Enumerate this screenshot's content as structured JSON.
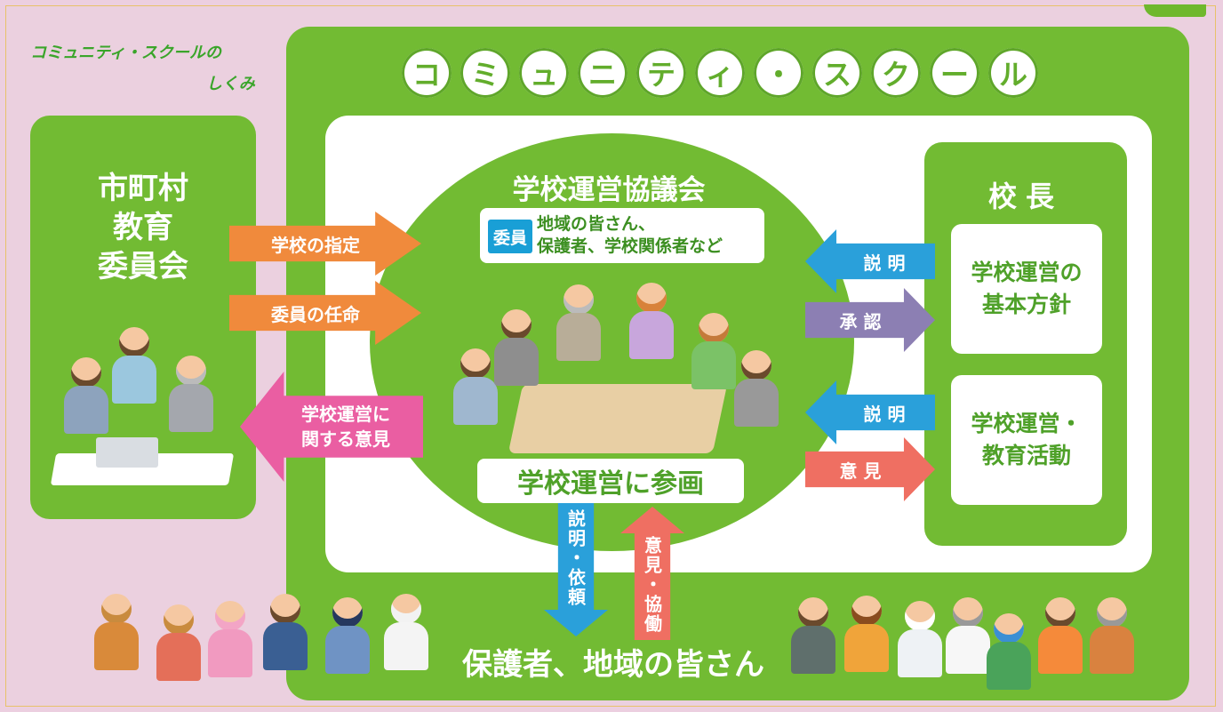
{
  "subtitle": {
    "line1": "コミュニティ・スクールの",
    "line2": "しくみ"
  },
  "main_title_chars": [
    "コ",
    "ミ",
    "ュ",
    "ニ",
    "テ",
    "ィ",
    "・",
    "ス",
    "ク",
    "ー",
    "ル"
  ],
  "board": {
    "line1": "市町村",
    "line2": "教育",
    "line3": "委員会"
  },
  "council": {
    "title": "学校運営協議会",
    "members_badge": "委員",
    "members_line1": "地域の皆さん、",
    "members_line2": "保護者、学校関係者など",
    "participate": "学校運営に参画"
  },
  "principal": {
    "title": "校長",
    "policy_line1": "学校運営の",
    "policy_line2": "基本方針",
    "activity_line1": "学校運営・",
    "activity_line2": "教育活動"
  },
  "arrows": {
    "designate": "学校の指定",
    "appoint": "委員の任命",
    "opinion_line1": "学校運営に",
    "opinion_line2": "関する意見",
    "explain1": "説 明",
    "approve": "承 認",
    "explain2": "説 明",
    "opinion": "意 見",
    "down": "説明・依頼",
    "up": "意見・協働"
  },
  "residents": "保護者、地域の皆さん",
  "colors": {
    "green": "#72bb33",
    "orange": "#f08a3c",
    "pink": "#ea5ea2",
    "blue": "#2aa0da",
    "purple": "#8c7fb3",
    "red": "#ef6f62",
    "background": "#eccfe0"
  }
}
